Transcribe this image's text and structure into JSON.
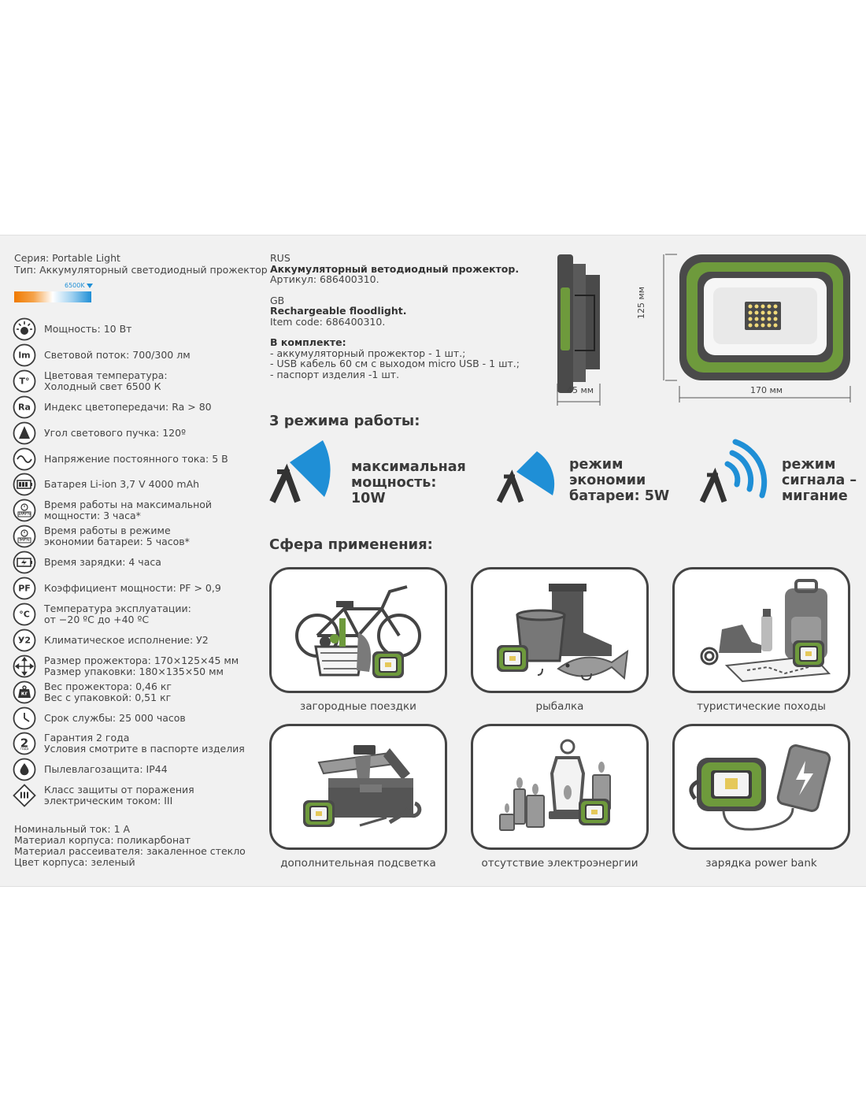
{
  "header": {
    "series": "Серия: Portable Light",
    "type": "Тип: Аккумуляторный светодиодный прожектор",
    "color_temp_label": "6500K"
  },
  "specs": [
    {
      "icon": "power-icon",
      "lines": [
        "Мощность: 10 Вт"
      ]
    },
    {
      "icon": "lumen-icon",
      "glyph": "lm",
      "lines": [
        "Световой поток: 700/300 лм"
      ]
    },
    {
      "icon": "thermometer-icon",
      "glyph": "T°",
      "lines": [
        "Цветовая температура:",
        "Холодный свет 6500 К"
      ]
    },
    {
      "icon": "ra-icon",
      "glyph": "Ra",
      "lines": [
        "Индекс цветопередачи: Ra > 80"
      ]
    },
    {
      "icon": "beam-angle-icon",
      "lines": [
        "Угол светового пучка: 120º"
      ]
    },
    {
      "icon": "dc-voltage-icon",
      "lines": [
        "Напряжение постоянного тока: 5 В"
      ]
    },
    {
      "icon": "battery-icon",
      "lines": [
        "Батарея Li-ion 3,7 V 4000 mAh"
      ]
    },
    {
      "icon": "runtime-max-icon",
      "glyph": "100%",
      "lines": [
        "Время работы на максимальной",
        "мощности: 3 часа*"
      ]
    },
    {
      "icon": "runtime-eco-icon",
      "glyph": "50%",
      "lines": [
        "Время работы в режиме",
        "экономии батареи: 5 часов*"
      ]
    },
    {
      "icon": "charging-icon",
      "lines": [
        "Время зарядки: 4 часа"
      ]
    },
    {
      "icon": "power-factor-icon",
      "glyph": "PF",
      "lines": [
        "Коэффициент мощности: PF > 0,9"
      ]
    },
    {
      "icon": "temperature-icon",
      "glyph": "°C",
      "lines": [
        "Температура эксплуатации:",
        "от −20 ºС до +40 ºС"
      ]
    },
    {
      "icon": "climate-icon",
      "glyph": "У2",
      "lines": [
        "Климатическое исполнение: У2"
      ]
    },
    {
      "icon": "dimensions-icon",
      "lines": [
        "Размер прожектора: 170×125×45 мм",
        "Размер упаковки: 180×135×50 мм"
      ]
    },
    {
      "icon": "weight-icon",
      "glyph": "кг",
      "lines": [
        "Вес прожектора: 0,46 кг",
        "Вес с упаковкой: 0,51 кг"
      ]
    },
    {
      "icon": "lifetime-icon",
      "lines": [
        "Срок службы: 25 000 часов"
      ]
    },
    {
      "icon": "warranty-icon",
      "glyph": "2",
      "sub": "года",
      "lines": [
        "Гарантия 2 года",
        "Условия смотрите в паспорте изделия"
      ]
    },
    {
      "icon": "water-drop-icon",
      "lines": [
        "Пылевлагозащита: IP44"
      ]
    },
    {
      "icon": "protection-class-icon",
      "glyph": "III",
      "lines": [
        "Класс защиты от поражения",
        "электрическим током: III"
      ]
    }
  ],
  "footer": [
    "Номинальный ток: 1 А",
    "Материал корпуса: поликарбонат",
    "Материал рассеивателя: закаленное стекло",
    "Цвет корпуса: зеленый"
  ],
  "description": {
    "rus_tag": "RUS",
    "rus_title": "Аккумуляторный ветодиодный прожектор.",
    "rus_code": "Артикул: 686400310.",
    "gb_tag": "GB",
    "gb_title": "Rechargeable floodlight.",
    "gb_code": "Item code: 686400310.",
    "kit_title": "В комплекте:",
    "kit_items": [
      "- аккумуляторный прожектор - 1 шт.;",
      "- USB кабель 60 см с выходом micro USB - 1 шт.;",
      "- паспорт изделия -1 шт."
    ]
  },
  "dimensions": {
    "depth": "45 мм",
    "width": "170 мм",
    "height": "125 мм"
  },
  "modes": {
    "heading": "3 режима работы:",
    "items": [
      {
        "lines": [
          "максимальная",
          "мощность:",
          "10W"
        ]
      },
      {
        "lines": [
          "режим",
          "экономии",
          "батареи: 5W"
        ]
      },
      {
        "lines": [
          "режим",
          "сигнала –",
          "мигание"
        ]
      }
    ]
  },
  "applications": {
    "heading": "Сфера применения:",
    "items": [
      {
        "label": "загородные поездки",
        "icon": "bicycle-icon"
      },
      {
        "label": "рыбалка",
        "icon": "fishing-icon"
      },
      {
        "label": "туристические походы",
        "icon": "hiking-icon"
      },
      {
        "label": "дополнительная подсветка",
        "icon": "toolbox-icon"
      },
      {
        "label": "отсутствие электроэнергии",
        "icon": "candles-icon"
      },
      {
        "label": "зарядка power bank",
        "icon": "powerbank-icon"
      }
    ]
  },
  "colors": {
    "green": "#6e9a3c",
    "dark": "#4a4a4a",
    "blue": "#1f8fd6",
    "panel": "#f1f1f1"
  }
}
